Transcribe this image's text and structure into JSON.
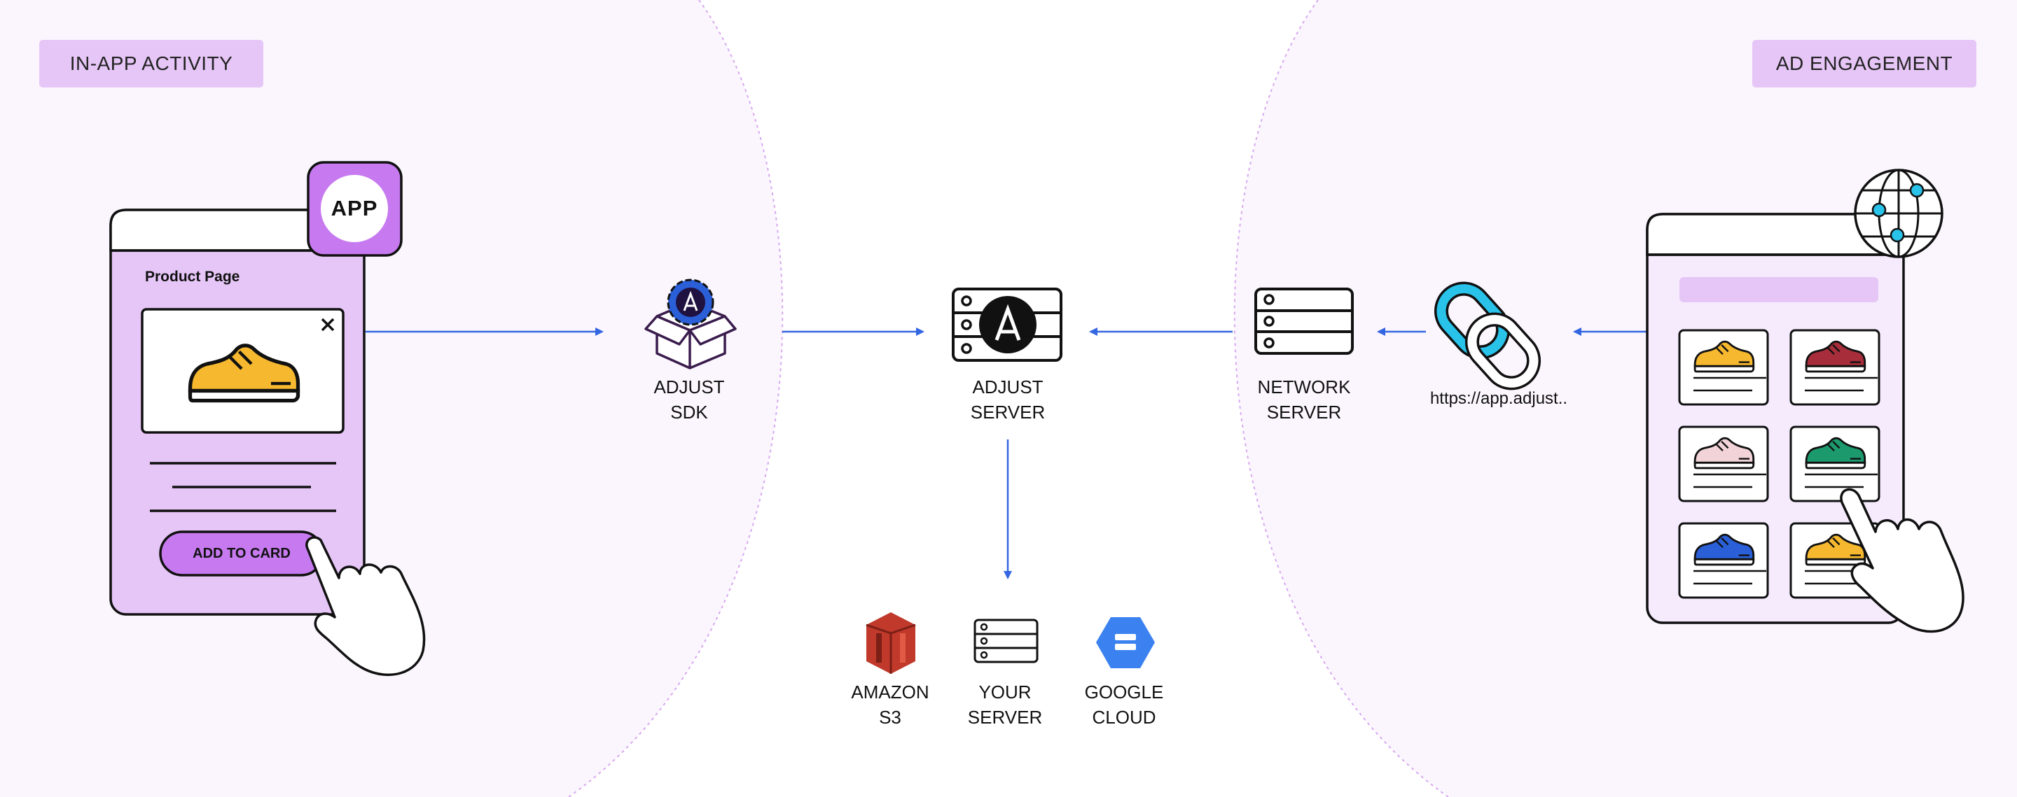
{
  "left_section": {
    "tag": "IN-APP ACTIVITY",
    "phone_title": "Product Page",
    "app_badge": "APP",
    "cta_button": "ADD TO CARD"
  },
  "right_section": {
    "tag": "AD ENGAGEMENT",
    "link_text": "https://app.adjust.."
  },
  "nodes": {
    "adjust_sdk": {
      "line1": "ADJUST",
      "line2": "SDK"
    },
    "adjust_server": {
      "line1": "ADJUST",
      "line2": "SERVER"
    },
    "network_server": {
      "line1": "NETWORK",
      "line2": "SERVER"
    }
  },
  "destinations": [
    {
      "line1": "AMAZON",
      "line2": "S3",
      "icon": "amazon-s3-icon"
    },
    {
      "line1": "YOUR",
      "line2": "SERVER",
      "icon": "server-icon"
    },
    {
      "line1": "GOOGLE",
      "line2": "CLOUD",
      "icon": "google-cloud-icon"
    }
  ],
  "colors": {
    "panel_bg": "#fbf6fe",
    "tag_bg": "#e6c6f7",
    "phone_fill": "#e6c6f7",
    "arrow": "#3366e0",
    "cta": "#c77af0",
    "shoe_yellow": "#f5b82e",
    "link_icon": "#29c3ea"
  },
  "shoe_colors": [
    "#f5b82e",
    "#a72d3a",
    "#f2d4d8",
    "#1c9a6e",
    "#2a5fd8",
    "#f5b82e"
  ]
}
